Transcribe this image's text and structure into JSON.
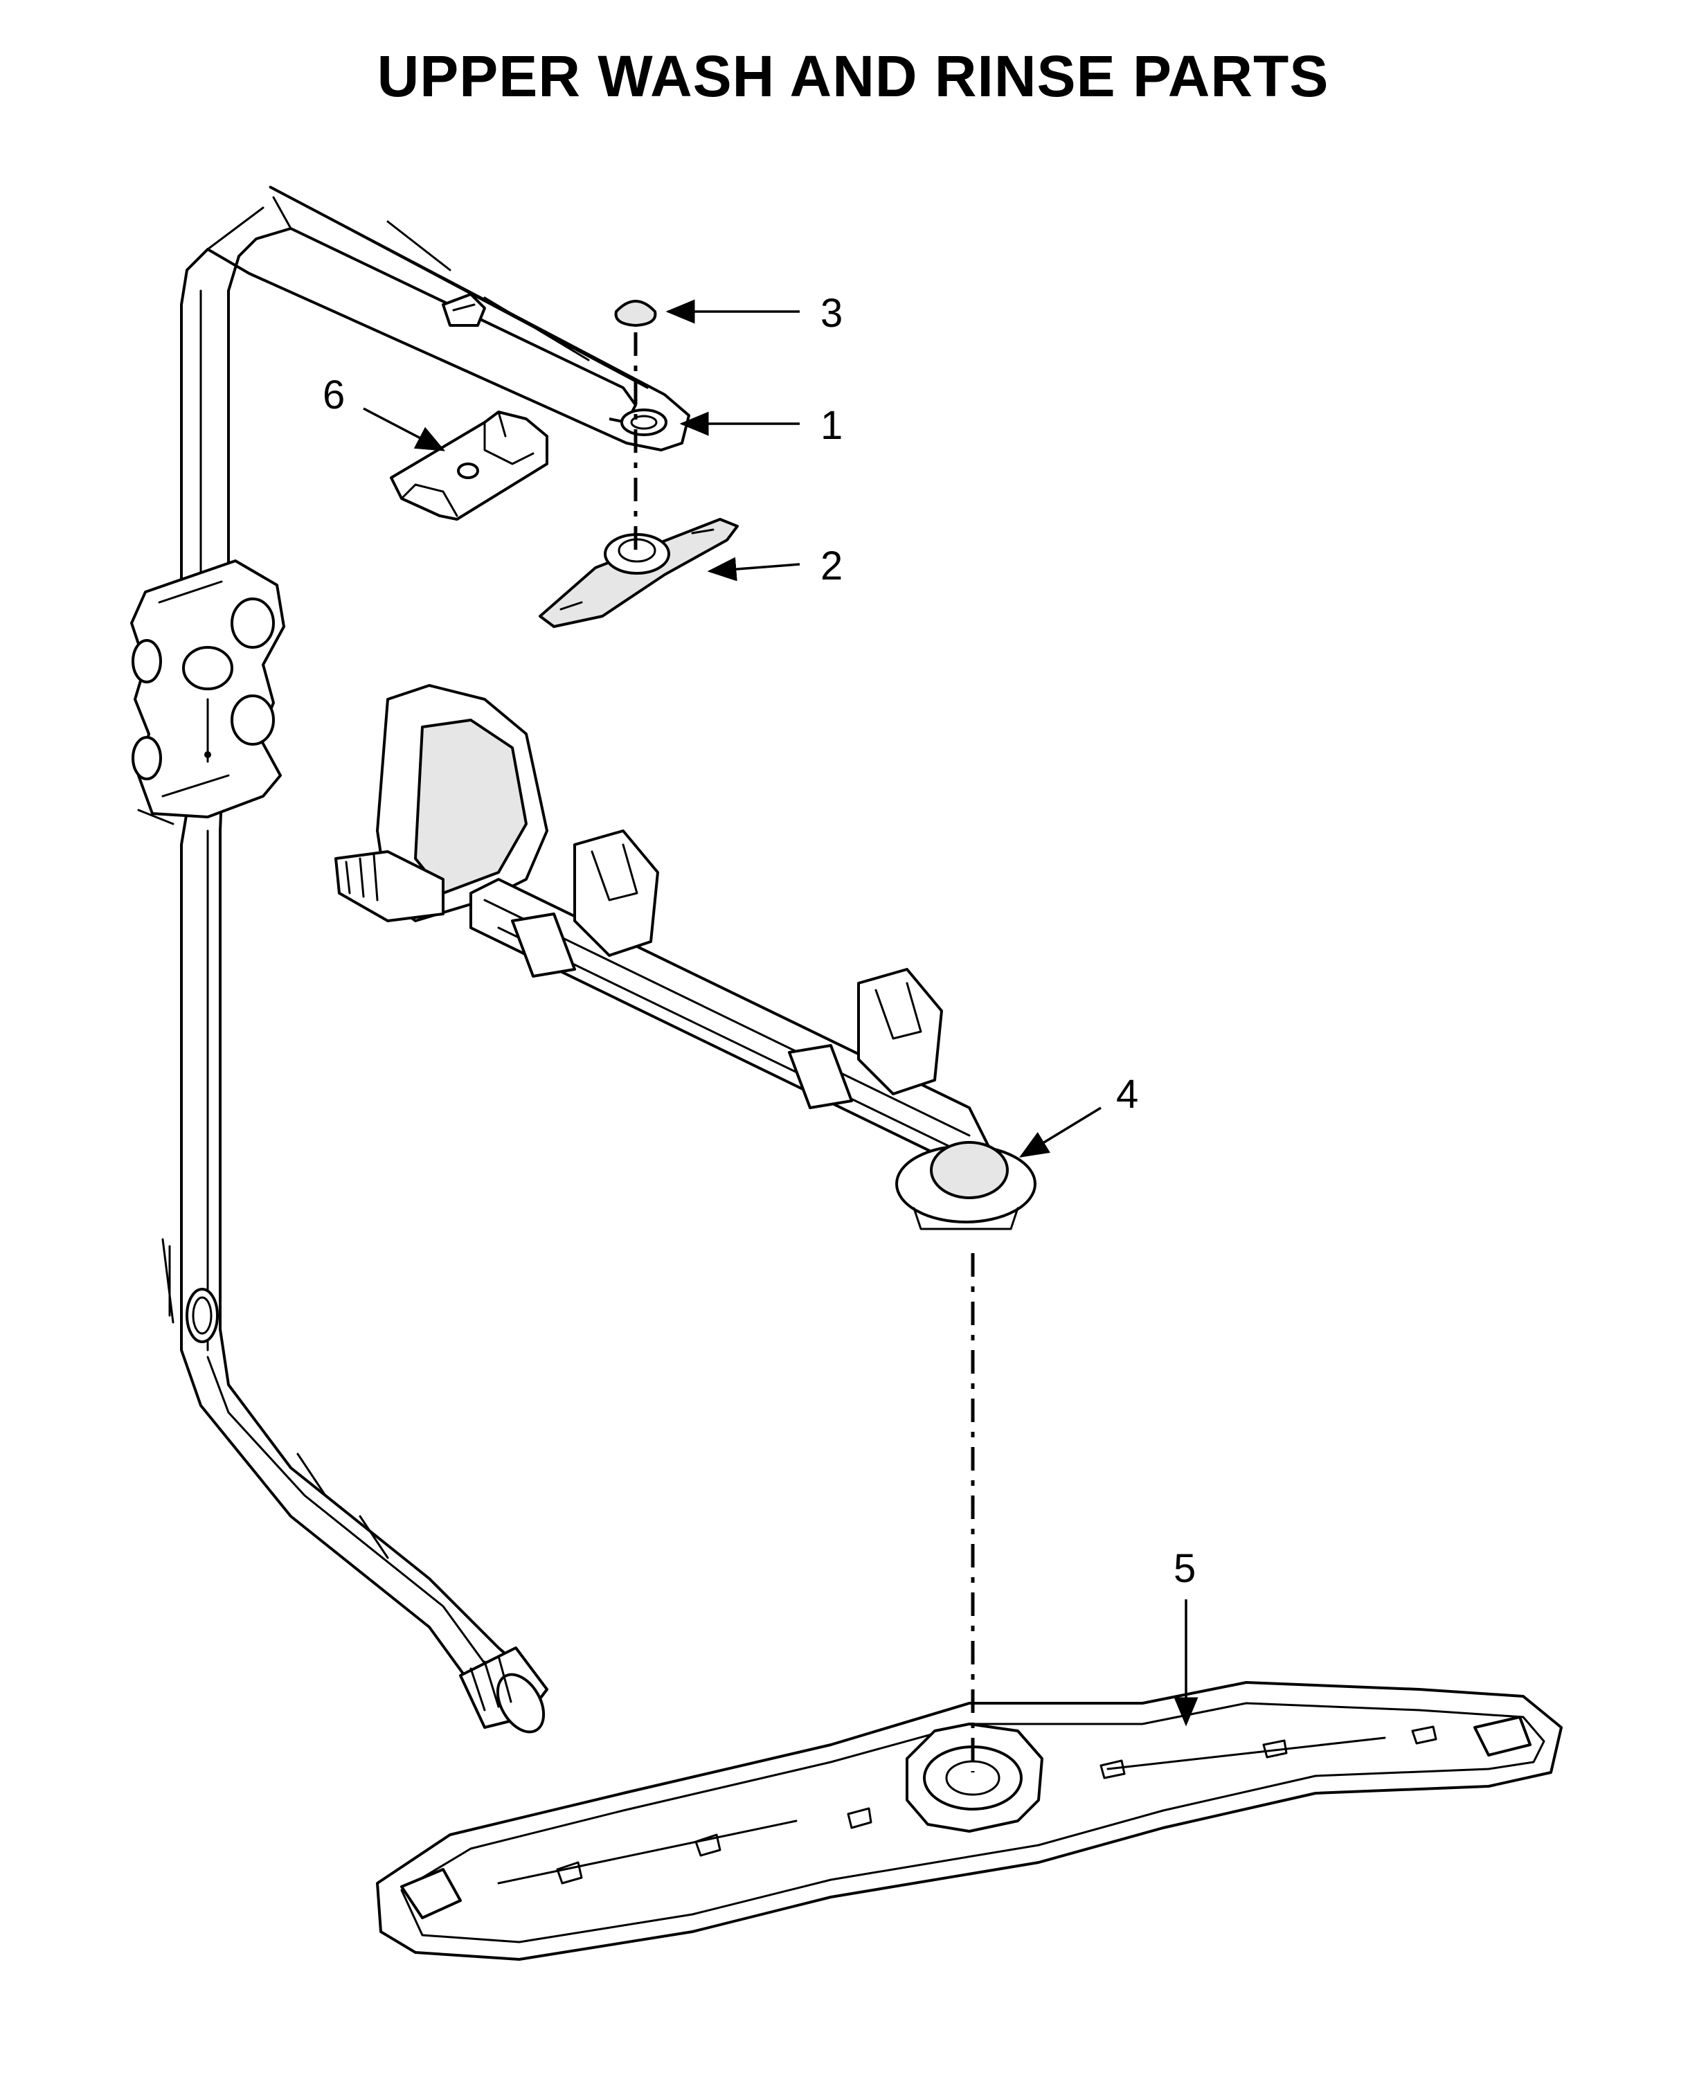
{
  "title": "UPPER WASH AND RINSE PARTS",
  "callouts": [
    {
      "id": "1",
      "label": "1"
    },
    {
      "id": "2",
      "label": "2"
    },
    {
      "id": "3",
      "label": "3"
    },
    {
      "id": "4",
      "label": "4"
    },
    {
      "id": "5",
      "label": "5"
    },
    {
      "id": "6",
      "label": "6"
    }
  ]
}
